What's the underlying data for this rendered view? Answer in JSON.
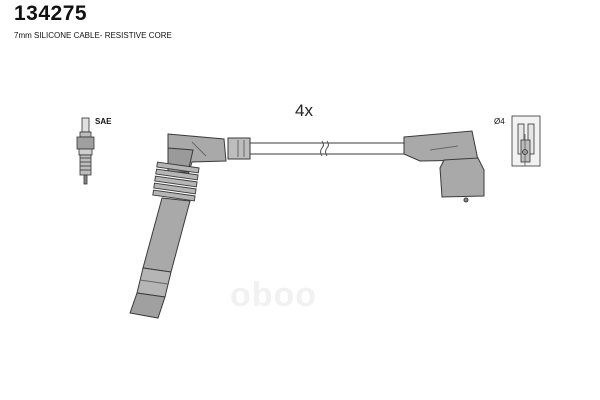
{
  "header": {
    "part_number": "134275",
    "description": "7mm SILICONE CABLE- RESISTIVE CORE"
  },
  "diagram": {
    "quantity_label": "4x",
    "spark_plug_label": "SAE",
    "coil_terminal_label": "Ø4"
  },
  "watermark": {
    "text": "oboo"
  },
  "colors": {
    "boot_fill": "#a9a9a9",
    "outline": "#3a3a3a",
    "background": "#ffffff"
  }
}
